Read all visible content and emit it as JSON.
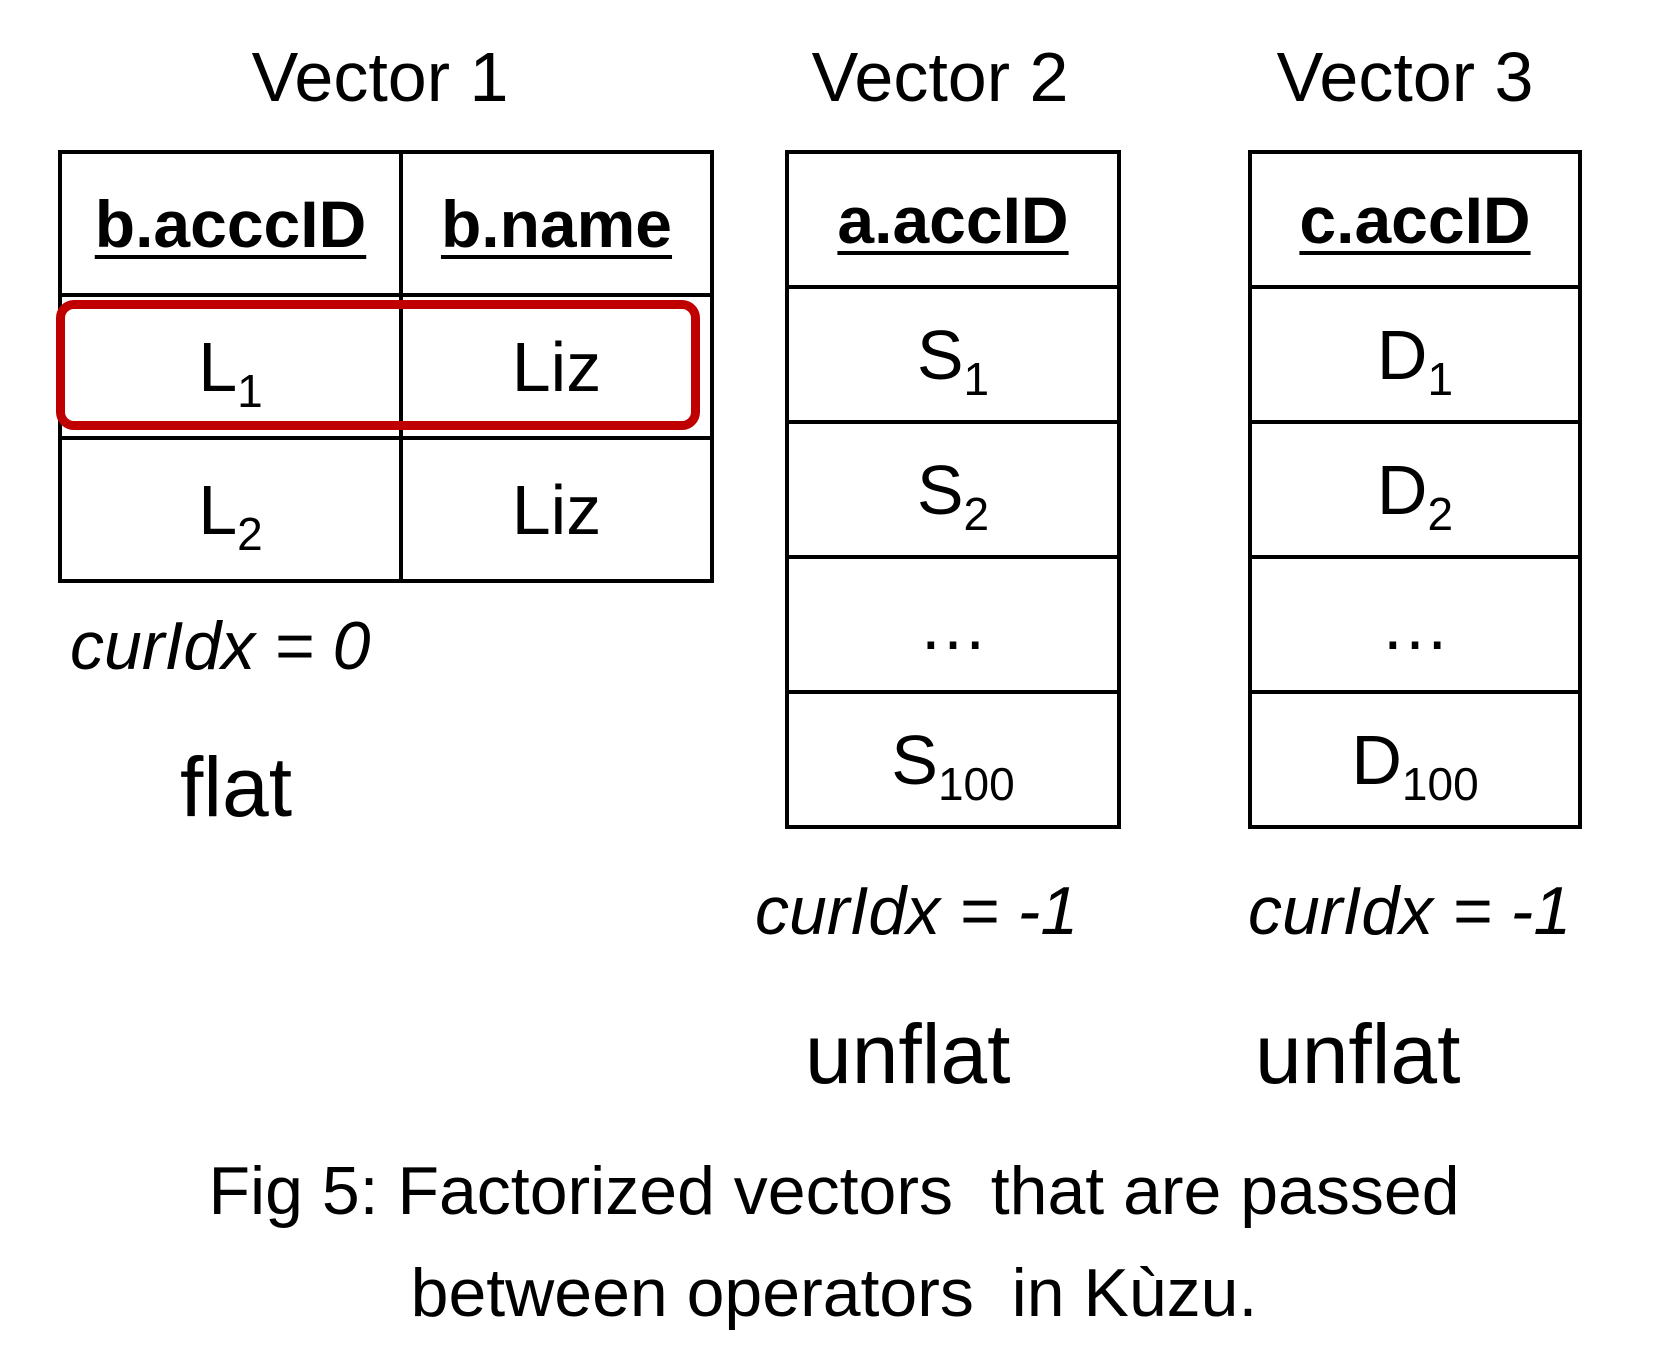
{
  "vectors": [
    {
      "title": "Vector 1",
      "headers": [
        "b.acccID",
        "b.name"
      ],
      "rows": [
        {
          "c1_main": "L",
          "c1_sub": "1",
          "c2": "Liz"
        },
        {
          "c1_main": "L",
          "c1_sub": "2",
          "c2": "Liz"
        }
      ],
      "cur_idx": "curIdx = 0",
      "state": "flat"
    },
    {
      "title": "Vector 2",
      "header": "a.accID",
      "rows": [
        {
          "main": "S",
          "sub": "1"
        },
        {
          "main": "S",
          "sub": "2"
        },
        {
          "main": "…",
          "sub": ""
        },
        {
          "main": "S",
          "sub": "100"
        }
      ],
      "cur_idx": "curIdx = -1",
      "state": "unflat"
    },
    {
      "title": "Vector 3",
      "header": "c.accID",
      "rows": [
        {
          "main": "D",
          "sub": "1"
        },
        {
          "main": "D",
          "sub": "2"
        },
        {
          "main": "…",
          "sub": ""
        },
        {
          "main": "D",
          "sub": "100"
        }
      ],
      "cur_idx": "curIdx = -1",
      "state": "unflat"
    }
  ],
  "highlight_color": "#c00000",
  "caption": {
    "line1": "Fig 5: Factorized vectors  that are passed",
    "line2": "between operators  in Kùzu."
  }
}
